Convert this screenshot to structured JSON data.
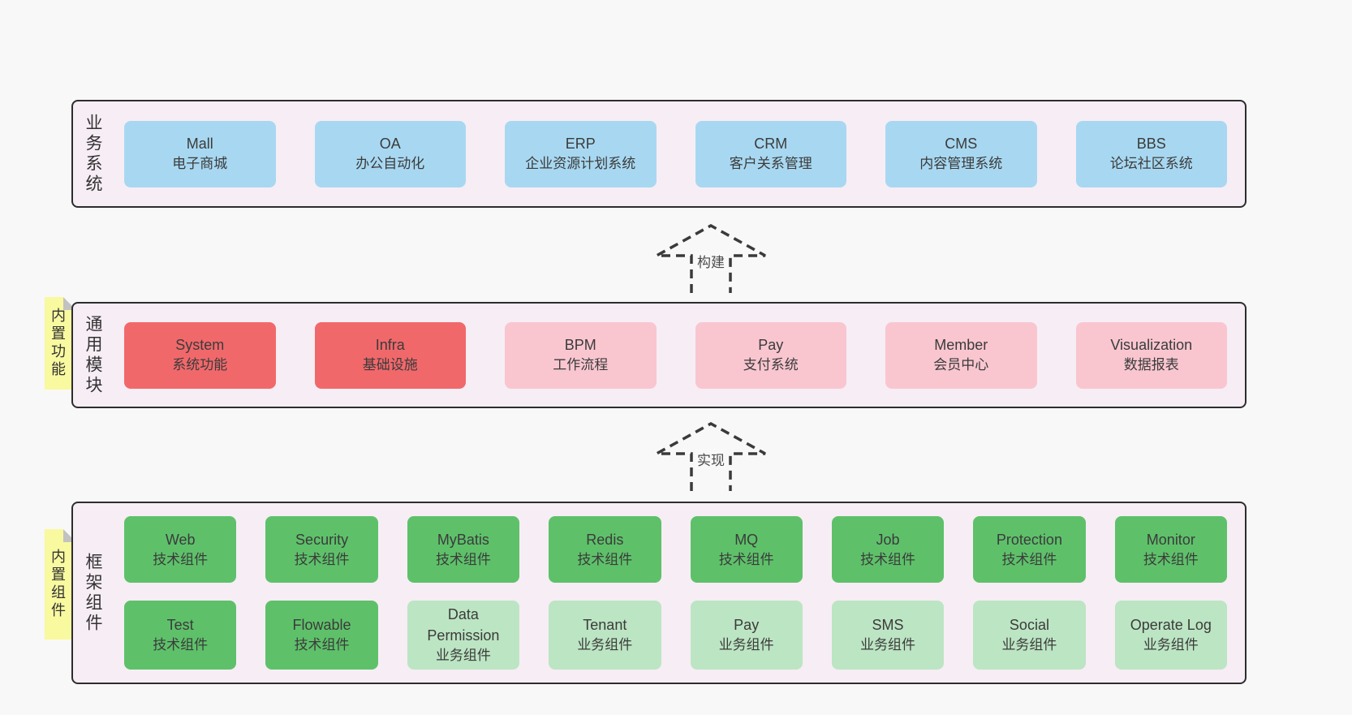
{
  "colors": {
    "blue": "#a8d8f1",
    "red": "#f1686b",
    "pink": "#f9c6d0",
    "green": "#5ec16a",
    "light_green": "#bce5c3",
    "yellow": "#f9f9a0",
    "panel_bg": "#f7edf5",
    "page_bg": "#f8f8f8",
    "border": "#2d2d2d",
    "text": "#3b3b3b",
    "fold_gray": "#c2c2c2",
    "arrow_stroke": "#3a3a3a"
  },
  "arrows": [
    {
      "label": "构建"
    },
    {
      "label": "实现"
    }
  ],
  "sections": [
    {
      "side_label": "业务系统",
      "boxes": [
        {
          "name": "Mall",
          "subtitle": "电子商城",
          "variant": "blue"
        },
        {
          "name": "OA",
          "subtitle": "办公自动化",
          "variant": "blue"
        },
        {
          "name": "ERP",
          "subtitle": "企业资源计划系统",
          "variant": "blue"
        },
        {
          "name": "CRM",
          "subtitle": "客户关系管理",
          "variant": "blue"
        },
        {
          "name": "CMS",
          "subtitle": "内容管理系统",
          "variant": "blue"
        },
        {
          "name": "BBS",
          "subtitle": "论坛社区系统",
          "variant": "blue"
        }
      ]
    },
    {
      "side_label": "通用模块",
      "sticky_label": "内置功能",
      "boxes": [
        {
          "name": "System",
          "subtitle": "系统功能",
          "variant": "red"
        },
        {
          "name": "Infra",
          "subtitle": "基础设施",
          "variant": "red"
        },
        {
          "name": "BPM",
          "subtitle": "工作流程",
          "variant": "pink"
        },
        {
          "name": "Pay",
          "subtitle": "支付系统",
          "variant": "pink"
        },
        {
          "name": "Member",
          "subtitle": "会员中心",
          "variant": "pink"
        },
        {
          "name": "Visualization",
          "subtitle": "数据报表",
          "variant": "pink"
        }
      ]
    },
    {
      "side_label": "框架组件",
      "sticky_label": "内置组件",
      "rows": [
        [
          {
            "name": "Web",
            "subtitle": "技术组件",
            "variant": "green"
          },
          {
            "name": "Security",
            "subtitle": "技术组件",
            "variant": "green"
          },
          {
            "name": "MyBatis",
            "subtitle": "技术组件",
            "variant": "green"
          },
          {
            "name": "Redis",
            "subtitle": "技术组件",
            "variant": "green"
          },
          {
            "name": "MQ",
            "subtitle": "技术组件",
            "variant": "green"
          },
          {
            "name": "Job",
            "subtitle": "技术组件",
            "variant": "green"
          },
          {
            "name": "Protection",
            "subtitle": "技术组件",
            "variant": "green"
          },
          {
            "name": "Monitor",
            "subtitle": "技术组件",
            "variant": "green"
          }
        ],
        [
          {
            "name": "Test",
            "subtitle": "技术组件",
            "variant": "green"
          },
          {
            "name": "Flowable",
            "subtitle": "技术组件",
            "variant": "green"
          },
          {
            "name": "Data Permission",
            "subtitle": "业务组件",
            "variant": "light_green"
          },
          {
            "name": "Tenant",
            "subtitle": "业务组件",
            "variant": "light_green"
          },
          {
            "name": "Pay",
            "subtitle": "业务组件",
            "variant": "light_green"
          },
          {
            "name": "SMS",
            "subtitle": "业务组件",
            "variant": "light_green"
          },
          {
            "name": "Social",
            "subtitle": "业务组件",
            "variant": "light_green"
          },
          {
            "name": "Operate Log",
            "subtitle": "业务组件",
            "variant": "light_green"
          }
        ]
      ]
    }
  ]
}
